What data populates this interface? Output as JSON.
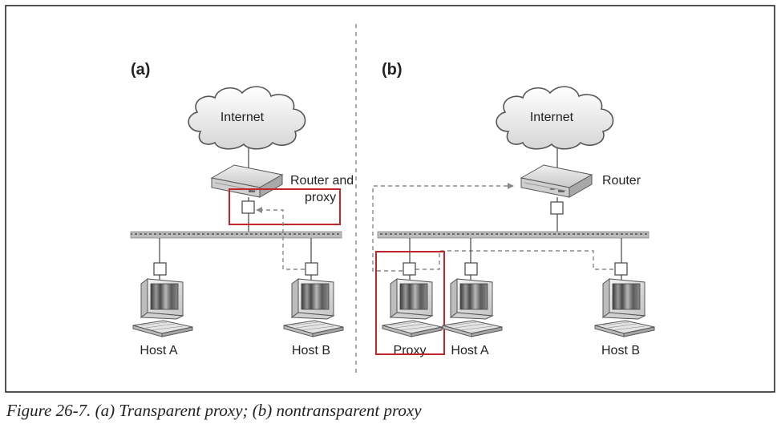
{
  "panels": {
    "a": {
      "label": "(a)",
      "cloud": "Internet",
      "router_line1": "Router and",
      "router_line2": "proxy",
      "host_a": "Host A",
      "host_b": "Host B"
    },
    "b": {
      "label": "(b)",
      "cloud": "Internet",
      "router": "Router",
      "proxy": "Proxy",
      "host_a": "Host A",
      "host_b": "Host B"
    }
  },
  "caption": "Figure 26-7. (a) Transparent proxy; (b) nontransparent proxy",
  "colors": {
    "highlight": "#c0272d",
    "dashed": "#808080",
    "ethernet": "#b5b5b5"
  }
}
